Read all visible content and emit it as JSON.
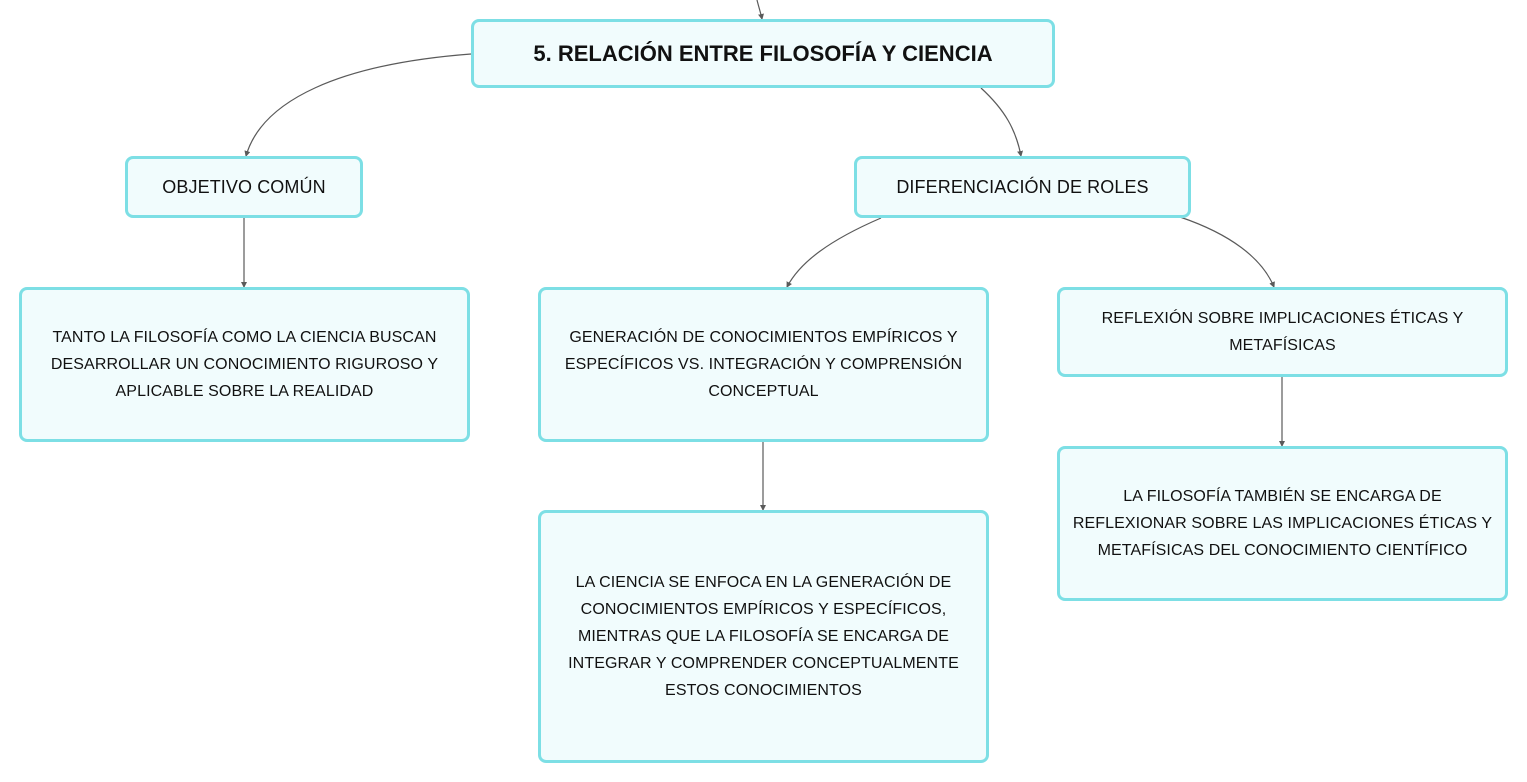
{
  "diagram": {
    "root": {
      "text": "5. RELACIÓN ENTRE FILOSOFÍA Y CIENCIA"
    },
    "objetivo": {
      "title": "OBJETIVO COMÚN",
      "detail": "TANTO LA FILOSOFÍA COMO LA CIENCIA BUSCAN DESARROLLAR UN CONOCIMIENTO RIGUROSO Y APLICABLE SOBRE LA REALIDAD"
    },
    "roles": {
      "title": "DIFERENCIACIÓN DE ROLES",
      "generacion": {
        "title": "GENERACIÓN DE CONOCIMIENTOS EMPÍRICOS Y ESPECÍFICOS VS. INTEGRACIÓN Y COMPRENSIÓN CONCEPTUAL",
        "detail": "LA CIENCIA SE ENFOCA EN LA GENERACIÓN DE CONOCIMIENTOS EMPÍRICOS Y ESPECÍFICOS, MIENTRAS QUE LA FILOSOFÍA SE ENCARGA DE INTEGRAR Y COMPRENDER CONCEPTUALMENTE ESTOS CONOCIMIENTOS"
      },
      "reflexion": {
        "title": "REFLEXIÓN SOBRE IMPLICACIONES ÉTICAS Y METAFÍSICAS",
        "detail": "LA FILOSOFÍA TAMBIÉN SE ENCARGA DE REFLEXIONAR SOBRE LAS IMPLICACIONES ÉTICAS Y METAFÍSICAS DEL CONOCIMIENTO CIENTÍFICO"
      }
    }
  },
  "colors": {
    "node_fill": "#f1fcfd",
    "node_border": "#7ddfe5",
    "connector": "#5a5a5a"
  }
}
